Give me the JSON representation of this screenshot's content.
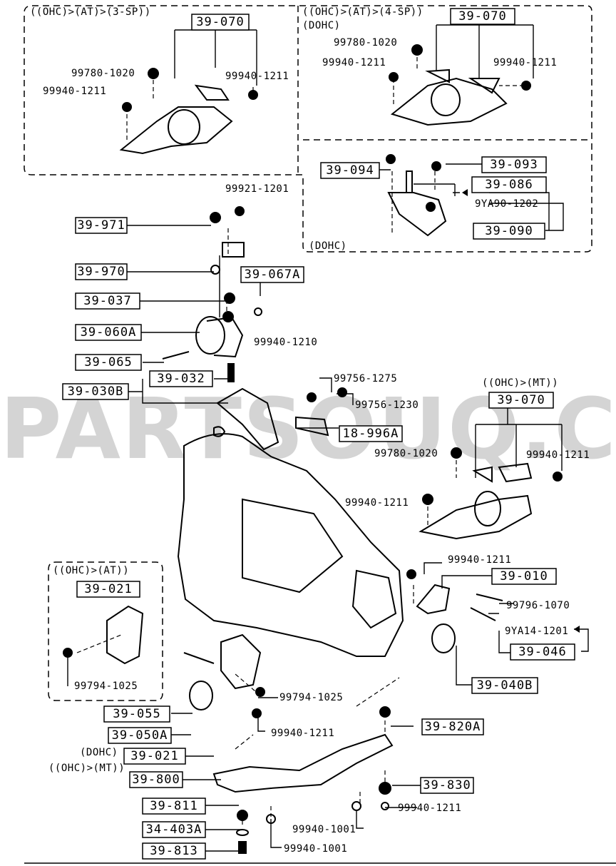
{
  "watermark": "PARTSOUQ.COM",
  "groups": {
    "ohc_at_3sp": "((OHC)>(AT)>(3-SP))",
    "ohc_at_4sp": "((OHC)>(AT)>(4-SP))",
    "dohc_top": "(DOHC)",
    "dohc_bottom": "(DOHC)",
    "ohc_mt": "((OHC)>(MT))",
    "ohc_at": "((OHC)>(AT))",
    "dohc_note": "(DOHC)",
    "ohc_mt_note": "((OHC)>(MT))"
  },
  "boxed_parts": {
    "p39_070_a": "39-070",
    "p39_070_b": "39-070",
    "p39_070_c": "39-070",
    "p39_094": "39-094",
    "p39_093": "39-093",
    "p39_086": "39-086",
    "p39_090": "39-090",
    "p39_971": "39-971",
    "p39_970": "39-970",
    "p39_067a": "39-067A",
    "p39_037": "39-037",
    "p39_060a": "39-060A",
    "p39_065": "39-065",
    "p39_032": "39-032",
    "p39_030b": "39-030B",
    "p18_996a": "18-996A",
    "p39_021_a": "39-021",
    "p39_010": "39-010",
    "p39_046": "39-046",
    "p39_040b": "39-040B",
    "p39_055": "39-055",
    "p39_050a": "39-050A",
    "p39_021_b": "39-021",
    "p39_820a": "39-820A",
    "p39_800": "39-800",
    "p39_830": "39-830",
    "p39_811": "39-811",
    "p34_403a": "34-403A",
    "p39_813": "39-813"
  },
  "callouts": {
    "c1": "99780-1020",
    "c2": "99940-1211",
    "c3": "99940-1211",
    "c4": "99780-1020",
    "c5": "99940-1211",
    "c6": "99940-1211",
    "c7": "9YA90-1202",
    "c8": "99921-1201",
    "c9": "99940-1210",
    "c10": "99756-1275",
    "c11": "99756-1230",
    "c12": "99780-1020",
    "c13": "99940-1211",
    "c14": "99940-1211",
    "c15": "99940-1211",
    "c16": "99796-1070",
    "c17": "9YA14-1201",
    "c18": "99794-1025",
    "c19": "99794-1025",
    "c20": "99940-1211",
    "c21": "99940-1211",
    "c22": "99940-1001",
    "c23": "99940-1001"
  }
}
